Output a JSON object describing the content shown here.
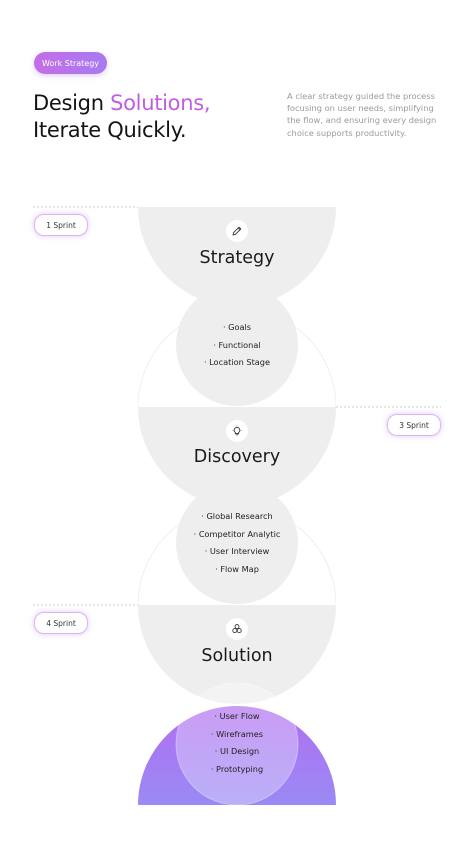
{
  "header": {
    "tag": "Work Strategy",
    "title_line1_plain": "Design ",
    "title_line1_accent": "Solutions,",
    "title_line2": "Iterate Quickly.",
    "description": "A clear strategy guided the process focusing on user needs, simplifying the flow, and ensuring every design choice supports productivity."
  },
  "colors": {
    "accent": "#c15de0",
    "tag_gradient_start": "#c46ee6",
    "tag_gradient_end": "#a77af0",
    "stage_fill": "#eeeeee",
    "bottom_gradient_start": "#b16ef0",
    "bottom_gradient_end": "#9a8af5"
  },
  "sprints": [
    "1 Sprint",
    "3 Sprint",
    "4 Sprint"
  ],
  "stages": [
    {
      "title": "Strategy",
      "icon": "pencil-icon",
      "items": [
        "· Goals",
        "· Functional",
        "· Location Stage"
      ]
    },
    {
      "title": "Discovery",
      "icon": "lightbulb-icon",
      "items": [
        "· Global Research",
        "· Competitor Analytic",
        "· User Interview",
        "· Flow Map"
      ]
    },
    {
      "title": "Solution",
      "icon": "cluster-icon",
      "items": [
        "· User Flow",
        "· Wireframes",
        "· UI Design",
        "· Prototyping"
      ]
    }
  ]
}
